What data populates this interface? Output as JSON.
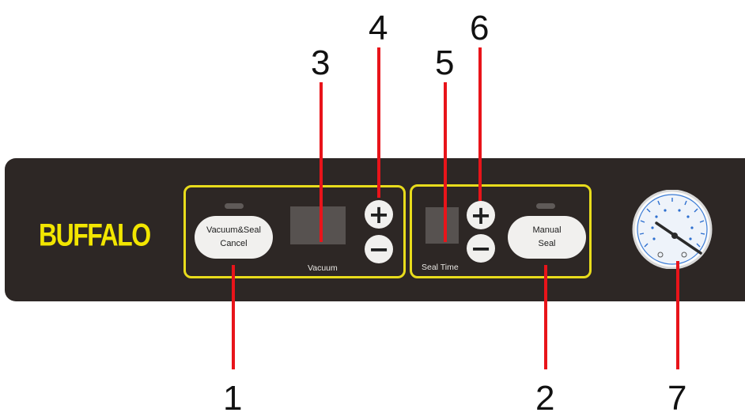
{
  "brand": {
    "logo_text": "BUFFALO"
  },
  "vacuum_group": {
    "vacuum_seal_button": {
      "line1": "Vacuum&Seal",
      "line2": "Cancel"
    },
    "display_caption": "Vacuum",
    "plus_symbol": "+",
    "minus_symbol": "−"
  },
  "seal_group": {
    "display_caption": "Seal Time",
    "plus_symbol": "+",
    "minus_symbol": "−",
    "manual_seal_button": {
      "line1": "Manual",
      "line2": "Seal"
    }
  },
  "gauge": {
    "icon": "pressure-gauge-icon"
  },
  "callouts": [
    "1",
    "2",
    "3",
    "4",
    "5",
    "6",
    "7"
  ],
  "colors": {
    "panel": "#2d2725",
    "group_outline": "#e8dc1c",
    "brand": "#f2e600",
    "leader_line": "#e8141a",
    "button_face": "#f1f0ee",
    "display": "#575250"
  }
}
